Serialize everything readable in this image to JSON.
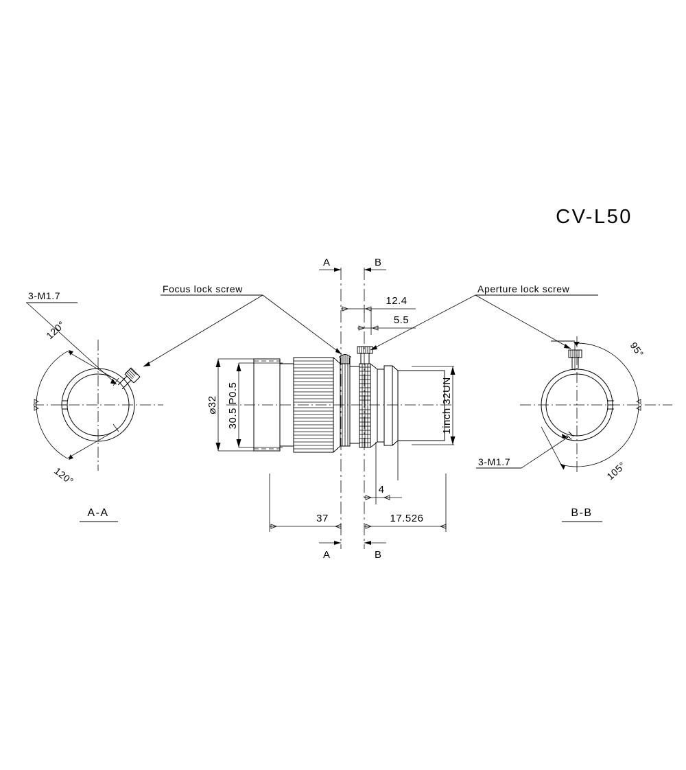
{
  "document": {
    "title": "CV-L50",
    "type": "engineering-drawing",
    "background_color": "#ffffff",
    "line_color": "#000000"
  },
  "annotations": {
    "focus_lock_screw": "Focus lock screw",
    "aperture_lock_screw": "Aperture lock screw",
    "thread_left": "3-M1.7",
    "thread_right": "3-M1.7"
  },
  "section_views": {
    "left": {
      "label": "A-A",
      "angles": [
        "120°",
        "120°"
      ],
      "thread_note": "3-M1.7"
    },
    "right": {
      "label": "B-B",
      "angles": [
        "95°",
        "105°"
      ],
      "thread_note": "3-M1.7"
    }
  },
  "section_markers": {
    "top_left": "A",
    "top_right": "B",
    "bottom_left": "A",
    "bottom_right": "B"
  },
  "dimensions": {
    "outer_diameter": "⌀32",
    "thread_mount": "30.5 P0.5",
    "rear_thread": "1inch 32UN",
    "top_long": "12.4",
    "top_short": "5.5",
    "bottom_left_length": "37",
    "bottom_right_length": "17.526",
    "bottom_small": "4"
  }
}
